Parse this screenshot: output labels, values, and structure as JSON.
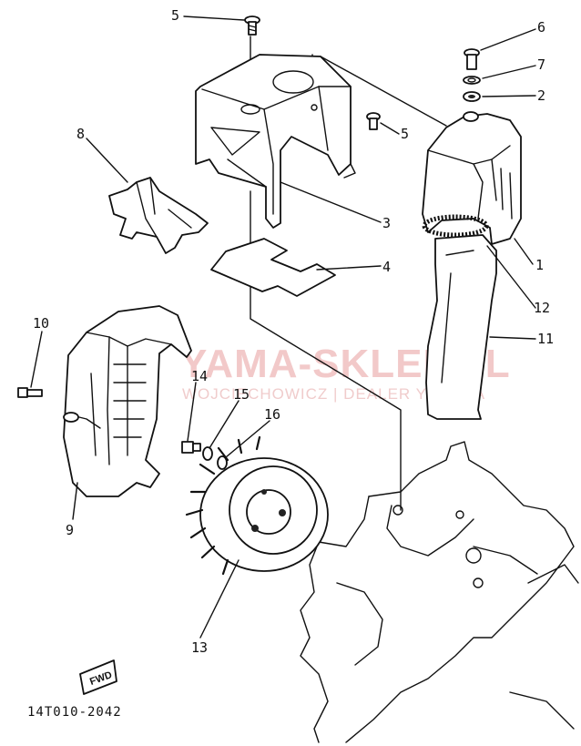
{
  "diagram": {
    "drawing_code": "14T010-2042",
    "orientation_marker": "FWD",
    "watermark": {
      "main": "YAMA-SKLEP.PL",
      "sub": "WOJCIECHOWICZ | DEALER YAMAHA"
    },
    "callouts": [
      {
        "num": "1"
      },
      {
        "num": "2"
      },
      {
        "num": "3"
      },
      {
        "num": "4"
      },
      {
        "num": "5"
      },
      {
        "num": "5"
      },
      {
        "num": "6"
      },
      {
        "num": "7"
      },
      {
        "num": "8"
      },
      {
        "num": "9"
      },
      {
        "num": "10"
      },
      {
        "num": "11"
      },
      {
        "num": "12"
      },
      {
        "num": "13"
      },
      {
        "num": "14"
      },
      {
        "num": "15"
      },
      {
        "num": "16"
      }
    ]
  }
}
